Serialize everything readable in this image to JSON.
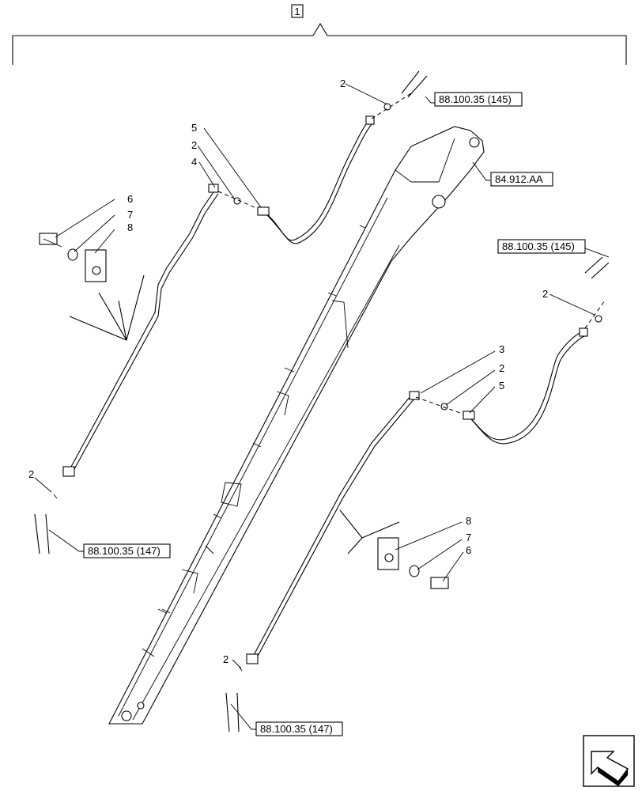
{
  "assembly_label": "1",
  "callouts": {
    "c2_top": "2",
    "c5_left": "5",
    "c2_left": "2",
    "c4": "4",
    "c6_left": "6",
    "c7_left": "7",
    "c8_left": "8",
    "c2_bottom_left": "2",
    "c2_right": "2",
    "c3": "3",
    "c2_mid_right": "2",
    "c5_right": "5",
    "c8_right": "8",
    "c7_right": "7",
    "c6_right": "6",
    "c2_bottom_right": "2"
  },
  "references": {
    "ref_top": "88.100.35 (145)",
    "ref_boom": "84.912.AA",
    "ref_right": "88.100.35 (145)",
    "ref_bottom_left": "88.100.35 (147)",
    "ref_bottom_right": "88.100.35 (147)"
  },
  "nav_icon": "arrow-back-icon"
}
